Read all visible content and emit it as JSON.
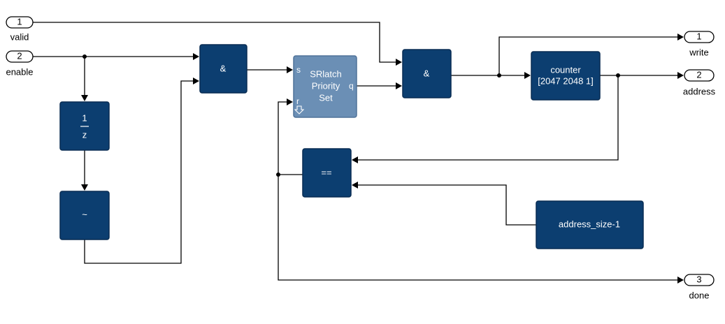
{
  "inports": [
    {
      "num": "1",
      "label": "valid"
    },
    {
      "num": "2",
      "label": "enable"
    }
  ],
  "outports": [
    {
      "num": "1",
      "label": "write"
    },
    {
      "num": "2",
      "label": "address"
    },
    {
      "num": "3",
      "label": "done"
    }
  ],
  "blocks": {
    "delay": {
      "numerator": "1",
      "denominator": "z"
    },
    "not": {
      "label": "~"
    },
    "and1": {
      "label": "&"
    },
    "and2": {
      "label": "&"
    },
    "srlatch": {
      "line1": "SRlatch",
      "line2": "Priority",
      "line3": "Set",
      "pin_s": "s",
      "pin_r": "r",
      "pin_q": "q"
    },
    "counter": {
      "line1": "counter",
      "line2": "[2047 2048 1]"
    },
    "equal": {
      "label": "=="
    },
    "constant": {
      "label": "address_size-1"
    }
  },
  "colors": {
    "block": "#0c3e70",
    "block_highlight": "#6b8fb5"
  }
}
